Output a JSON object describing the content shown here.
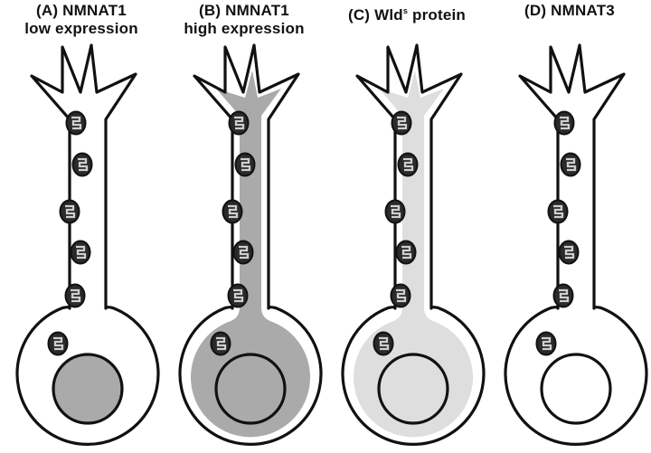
{
  "panels": [
    {
      "label": "(A) NMNAT1",
      "label_line2": "low expression",
      "label_sup": "",
      "label_after_sup": "",
      "cytoplasm_fill": "",
      "nucleus_fill": "#aaaaaa",
      "mito_count": 6
    },
    {
      "label": "(B) NMNAT1",
      "label_line2": "high expression",
      "label_sup": "",
      "label_after_sup": "",
      "cytoplasm_fill": "#aaaaaa",
      "nucleus_fill": "#aaaaaa",
      "mito_count": 6
    },
    {
      "label": "(C) Wld",
      "label_line2": "",
      "label_sup": "s",
      "label_after_sup": " protein",
      "cytoplasm_fill": "#dedede",
      "nucleus_fill": "#dedede",
      "mito_count": 6
    },
    {
      "label": "(D) NMNAT3",
      "label_line2": "",
      "label_sup": "",
      "label_after_sup": "",
      "cytoplasm_fill": "",
      "nucleus_fill": "#ffffff",
      "mito_count": 6
    }
  ],
  "colors": {
    "outline": "#111111",
    "mito_fill": "#2a2a2a",
    "mito_stripe": "#cfcfcf",
    "background": "#ffffff"
  }
}
